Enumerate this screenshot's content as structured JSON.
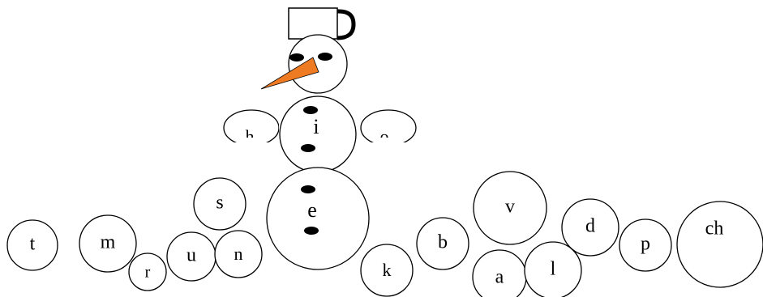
{
  "snowman": {
    "head_letter": "",
    "body_letter": "i",
    "base_letter": "e",
    "left_arm_letter": "h",
    "right_arm_letter": "o"
  },
  "balls": [
    {
      "id": "t",
      "letter": "t"
    },
    {
      "id": "m",
      "letter": "m"
    },
    {
      "id": "r",
      "letter": "r"
    },
    {
      "id": "u",
      "letter": "u"
    },
    {
      "id": "s",
      "letter": "s"
    },
    {
      "id": "n",
      "letter": "n"
    },
    {
      "id": "k",
      "letter": "k"
    },
    {
      "id": "b",
      "letter": "b"
    },
    {
      "id": "v",
      "letter": "v"
    },
    {
      "id": "a",
      "letter": "a"
    },
    {
      "id": "l",
      "letter": "l"
    },
    {
      "id": "d",
      "letter": "d"
    },
    {
      "id": "p",
      "letter": "p"
    },
    {
      "id": "ch",
      "letter": "ch"
    }
  ],
  "colors": {
    "carrot": "#ee7a22",
    "outline": "#000000",
    "fill": "#ffffff"
  }
}
